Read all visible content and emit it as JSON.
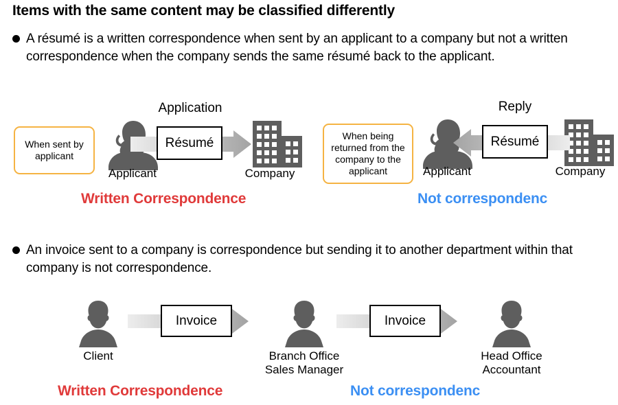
{
  "page": {
    "title": "Items with the same content may be classified differently",
    "bullets": [
      "A résumé is a written correspondence when sent by an applicant to a company but not a written correspondence when the company sends the same résumé back to the applicant.",
      "An invoice sent to a company is correspondence but sending it to another department within that company is not correspondence."
    ]
  },
  "colors": {
    "written_correspondence": "#E03A3A",
    "not_correspondence": "#3B8FF3",
    "callout_border": "#F5B342",
    "silhouette_gray": "#5E5E5E",
    "arrow_dark": "#A8A8A8",
    "arrow_light": "#EDEDED"
  },
  "figure_top_left": {
    "flow_title": "Application",
    "callout": "When sent by applicant",
    "actor_from": "Applicant",
    "actor_to": "Company",
    "document": "Résumé",
    "classification": "Written Correspondence",
    "direction": "right"
  },
  "figure_top_right": {
    "flow_title": "Reply",
    "callout": "When being returned from the company to the applicant",
    "actor_from": "Applicant",
    "actor_to": "Company",
    "document": "Résumé",
    "classification": "Not correspondenc",
    "direction": "left"
  },
  "figure_bottom": {
    "actor_1": "Client",
    "actor_2_line1": "Branch Office",
    "actor_2_line2": "Sales Manager",
    "actor_3_line1": "Head Office",
    "actor_3_line2": "Accountant",
    "document_1": "Invoice",
    "document_2": "Invoice",
    "classification_left": "Written Correspondence",
    "classification_right": "Not correspondenc"
  }
}
